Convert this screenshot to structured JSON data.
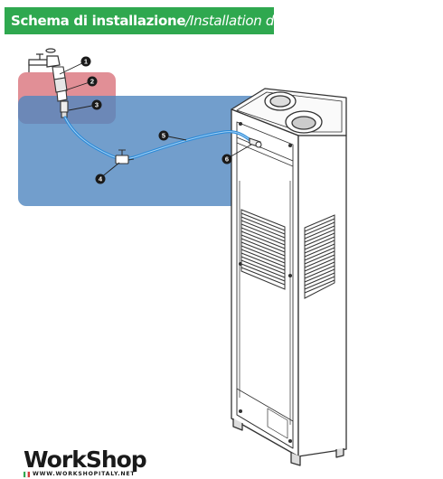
{
  "header": {
    "title_it": "Schema di installazione",
    "separator": "/",
    "title_en": "Installation diagram"
  },
  "callouts": [
    "1",
    "2",
    "3",
    "4",
    "5",
    "6"
  ],
  "logo": {
    "name": "WorkShop",
    "url": "WWW.WORKSHOPITALY.NET"
  },
  "colors": {
    "header_green": "#2fa84f",
    "zone_red": "#d9737c",
    "zone_blue": "#4f86bf",
    "tube_blue": "#2a8ad8"
  }
}
